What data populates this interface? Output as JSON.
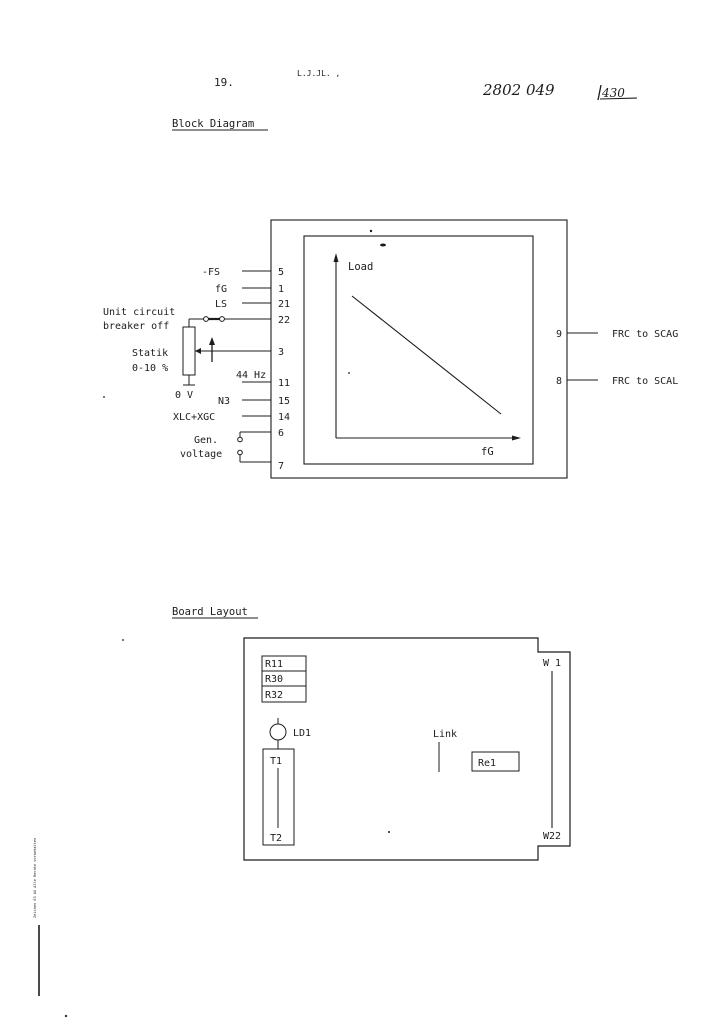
{
  "header": {
    "page_number": "19.",
    "smudge": "L.J.JL.   ,",
    "doc_number": "2802 049",
    "ref_number": "430"
  },
  "block_diagram": {
    "title": "Block Diagram",
    "left_pins": [
      {
        "label": "-FS",
        "pin": "5"
      },
      {
        "label": "fG",
        "pin": "1"
      },
      {
        "label": "LS",
        "pin": "21"
      },
      {
        "label": "",
        "pin": "22"
      },
      {
        "label": "",
        "pin": "3"
      },
      {
        "label": "44 Hz",
        "pin": "11"
      },
      {
        "label": "N3",
        "pin": "15"
      },
      {
        "label": "XLC+XGC",
        "pin": "14"
      },
      {
        "label": "",
        "pin": "6"
      },
      {
        "label": "",
        "pin": "7"
      }
    ],
    "right_pins": [
      {
        "pin": "9",
        "label": "FRC to SCAG"
      },
      {
        "pin": "8",
        "label": "FRC to SCAL"
      }
    ],
    "breaker_label_1": "Unit circuit",
    "breaker_label_2": "breaker off",
    "statik_label": "Statik",
    "statik_range": "0-10 %",
    "zero_volt": "0 V",
    "gen_voltage_1": "Gen.",
    "gen_voltage_2": "voltage",
    "graph_y_label": "Load",
    "graph_x_label": "fG"
  },
  "board_layout": {
    "title": "Board Layout",
    "resistors": [
      "R11",
      "R30",
      "R32"
    ],
    "led": "LD1",
    "transistor_top": "T1",
    "transistor_bottom": "T2",
    "link": "Link",
    "relay": "Re1",
    "connector_top": "W 1",
    "connector_bottom": "W22"
  },
  "margin_note": "Zeichen 03 AG  Alle Rechte vorbehalten"
}
